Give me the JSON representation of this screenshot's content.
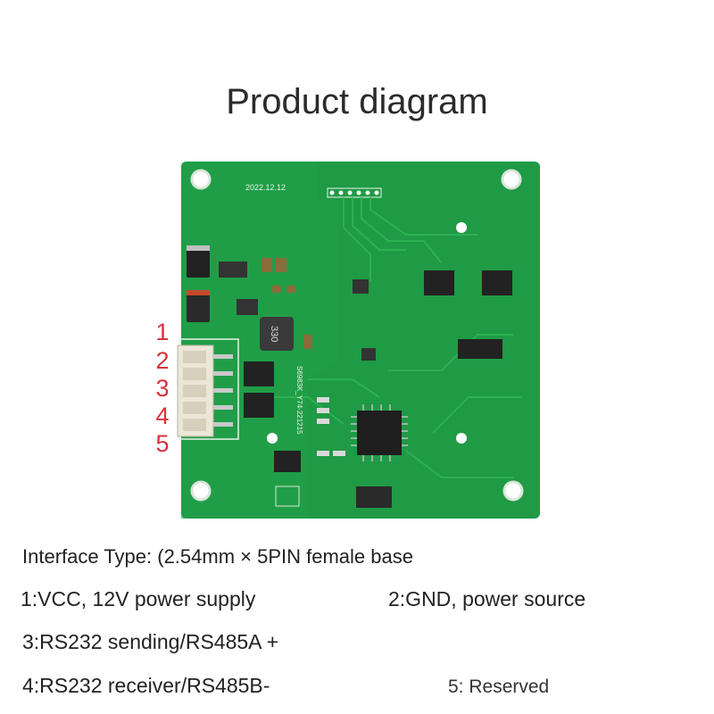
{
  "title": "Product diagram",
  "board": {
    "date_marking": "2022.12.12",
    "inductor_marking": "330",
    "side_marking": "S6983K_Y74-221215"
  },
  "pin_labels": [
    "1",
    "2",
    "3",
    "4",
    "5"
  ],
  "description": {
    "interface_type": "Interface Type: (2.54mm × 5PIN female base",
    "pin1": "1:VCC, 12V power supply",
    "pin2": "2:GND, power source",
    "pin3": "3:RS232 sending/RS485A +",
    "pin4": "4:RS232 receiver/RS485B-",
    "pin5": "5: Reserved"
  },
  "colors": {
    "pcb": "#1f9a45",
    "pcb_dark": "#157a35",
    "pin_label": "#d9323a"
  }
}
